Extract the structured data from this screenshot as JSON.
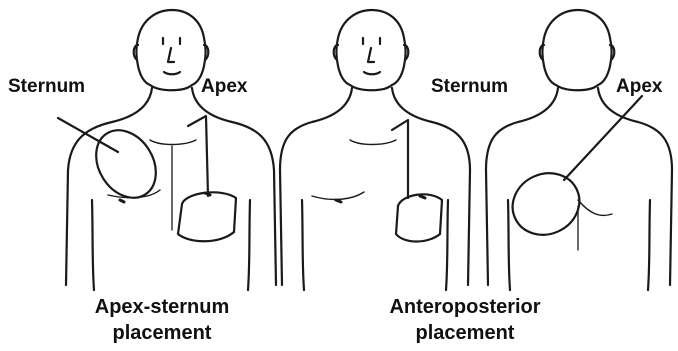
{
  "labels": {
    "left_sternum": "Sternum",
    "left_apex": "Apex",
    "right_sternum": "Sternum",
    "right_apex": "Apex"
  },
  "captions": {
    "apex_sternum": [
      "Apex-sternum",
      "placement"
    ],
    "anteroposterior": [
      "Anteroposterior",
      "placement"
    ]
  },
  "colors": {
    "line": "#1a1a1a",
    "text": "#111111",
    "background": "#ffffff"
  }
}
